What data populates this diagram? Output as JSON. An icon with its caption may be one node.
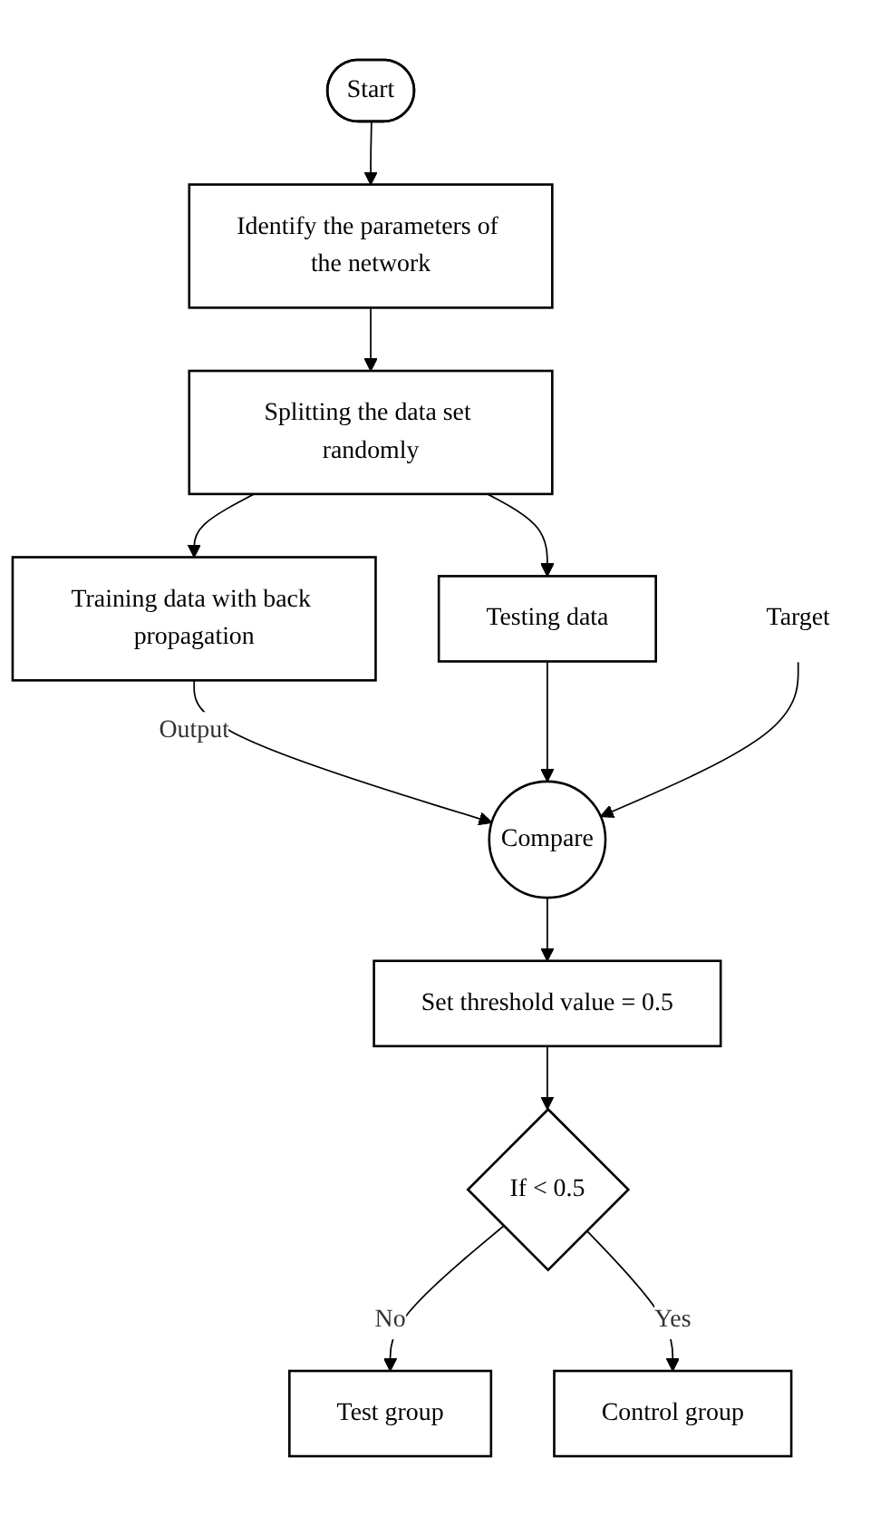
{
  "diagram": {
    "nodes": [
      {
        "text": [
          "Start"
        ]
      },
      {
        "text": [
          "Identify the parameters of the network"
        ]
      },
      {
        "text": [
          "Splitting the data set randomly"
        ]
      },
      {
        "text": [
          "Training data with back propagation"
        ]
      },
      {
        "text": [
          "Testing data"
        ]
      },
      {
        "text": [
          "Compare"
        ]
      },
      {
        "text": [
          "Target"
        ]
      },
      {
        "text": [
          "Set threshold value = 0.5"
        ]
      },
      {
        "text": [
          "If < 0.5"
        ]
      },
      {
        "text": [
          "Test group"
        ]
      },
      {
        "text": [
          "Control group"
        ]
      }
    ],
    "edges": [
      {
        "from": 0,
        "to": 1,
        "arrow": "to"
      },
      {
        "from": 1,
        "to": 2,
        "arrow": "to"
      },
      {
        "from": 2,
        "to": 3,
        "arrow": "to"
      },
      {
        "from": 2,
        "to": 4,
        "arrow": "to"
      },
      {
        "from": 3,
        "to": 5,
        "arrow": "to",
        "label": "Output"
      },
      {
        "from": 4,
        "to": 5,
        "arrow": "to"
      },
      {
        "from": 6,
        "to": 5,
        "arrow": "to"
      },
      {
        "from": 5,
        "to": 7,
        "arrow": "to"
      },
      {
        "from": 7,
        "to": 8,
        "arrow": "to"
      },
      {
        "from": 8,
        "to": 9,
        "arrow": "to",
        "label": "No"
      },
      {
        "from": 8,
        "to": 10,
        "arrow": "to",
        "label": "Yes"
      }
    ]
  }
}
